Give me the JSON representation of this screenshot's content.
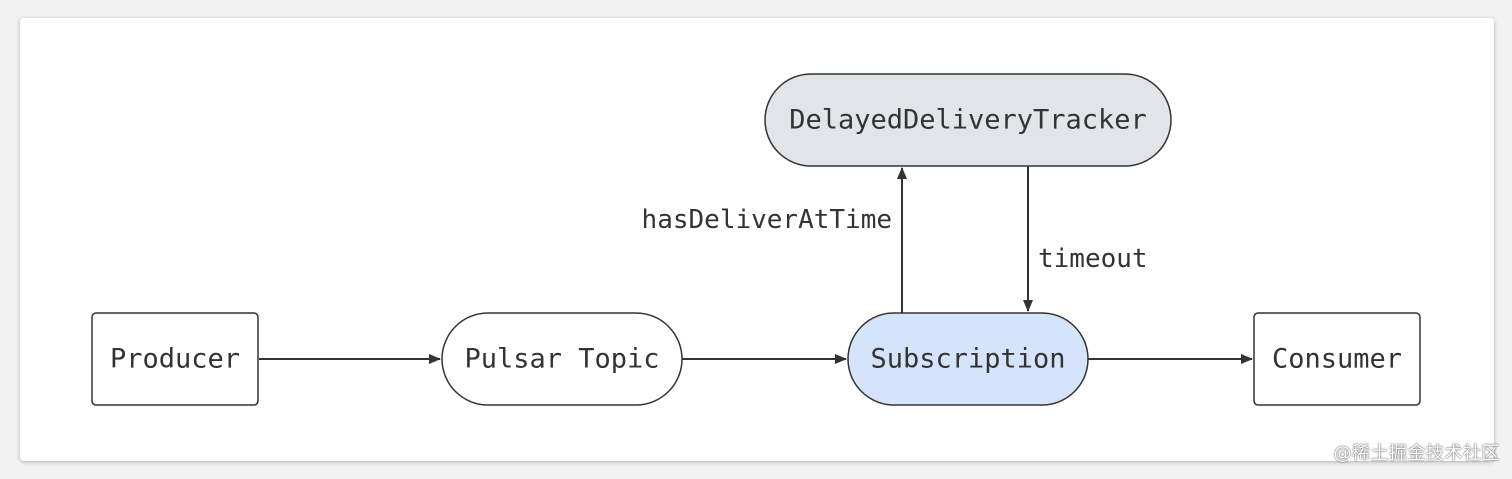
{
  "nodes": {
    "producer": {
      "label": "Producer",
      "fill": "#ffffff"
    },
    "pulsar_topic": {
      "label": "Pulsar Topic",
      "fill": "#ffffff"
    },
    "subscription": {
      "label": "Subscription",
      "fill": "#d6e4fb"
    },
    "consumer": {
      "label": "Consumer",
      "fill": "#ffffff"
    },
    "tracker": {
      "label": "DelayedDeliveryTracker",
      "fill": "#e1e4e8"
    }
  },
  "edges": {
    "producer_to_topic": {
      "from": "Producer",
      "to": "Pulsar Topic"
    },
    "topic_to_subscription": {
      "from": "Pulsar Topic",
      "to": "Subscription"
    },
    "subscription_to_consumer": {
      "from": "Subscription",
      "to": "Consumer"
    },
    "subscription_to_tracker": {
      "from": "Subscription",
      "to": "DelayedDeliveryTracker",
      "label": "hasDeliverAtTime"
    },
    "tracker_to_subscription": {
      "from": "DelayedDeliveryTracker",
      "to": "Subscription",
      "label": "timeout"
    }
  },
  "colors": {
    "stroke": "#333333",
    "text": "#333333",
    "background": "#ffffff"
  },
  "watermark": "@稀土掘金技术社区"
}
